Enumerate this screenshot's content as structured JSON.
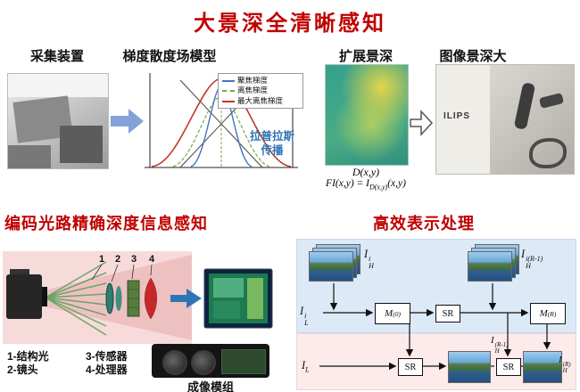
{
  "top": {
    "title": "大景深全清晰感知",
    "capture_label": "采集装置",
    "model_label": "梯度散度场模型",
    "edof_label": "扩展景深",
    "result_label": "图像景深大",
    "legend": [
      {
        "label": "聚焦梯度"
      },
      {
        "label": "离焦梯度"
      },
      {
        "label": "最大离焦梯度"
      }
    ],
    "laplace_line1": "拉普拉斯",
    "laplace_line2": "传播",
    "formula_d": "D(x,y)",
    "formula_fi": {
      "pre": "FI(x,y) = I",
      "sub": "D(x,y)",
      "post": "(x,y)"
    },
    "photo_text": "ILIPS"
  },
  "bottom_left": {
    "title": "编码光路精确深度信息感知",
    "numbers": [
      "1",
      "2",
      "3",
      "4"
    ],
    "legend_items": [
      "1-结构光",
      "2-镜头",
      "3-传感器",
      "4-处理器"
    ],
    "module_label": "成像模组"
  },
  "bottom_right": {
    "title": "高效表示处理",
    "labels": {
      "ih_i": {
        "base": "I",
        "sub": "H",
        "sup": "i"
      },
      "ih_iR1": {
        "base": "I",
        "sub": "H",
        "sup": "i(R-1)"
      },
      "il_i": {
        "base": "I",
        "sub": "L",
        "sup": "i"
      },
      "m0": {
        "base": "M",
        "sup": "(0)"
      },
      "sr_top": "SR",
      "mR": {
        "base": "M",
        "sup": "(R)"
      },
      "il": {
        "base": "I",
        "sub": "L"
      },
      "sr_bottom1": "SR",
      "sr_bottom2": "SR",
      "ih_R1": {
        "base": "I",
        "sub": "H",
        "sup": "(R-1)"
      },
      "ih_R": {
        "base": "I",
        "sub": "H",
        "sup": "(R)"
      }
    }
  },
  "colors": {
    "title_red": "#c00000",
    "laplace_blue": "#2e75b6",
    "flow_blue_bg": "#dce9f6",
    "flow_pink_bg": "#fdeaea",
    "legend_blue": "#4472c4",
    "legend_green": "#70ad47",
    "legend_red": "#c0392b"
  }
}
